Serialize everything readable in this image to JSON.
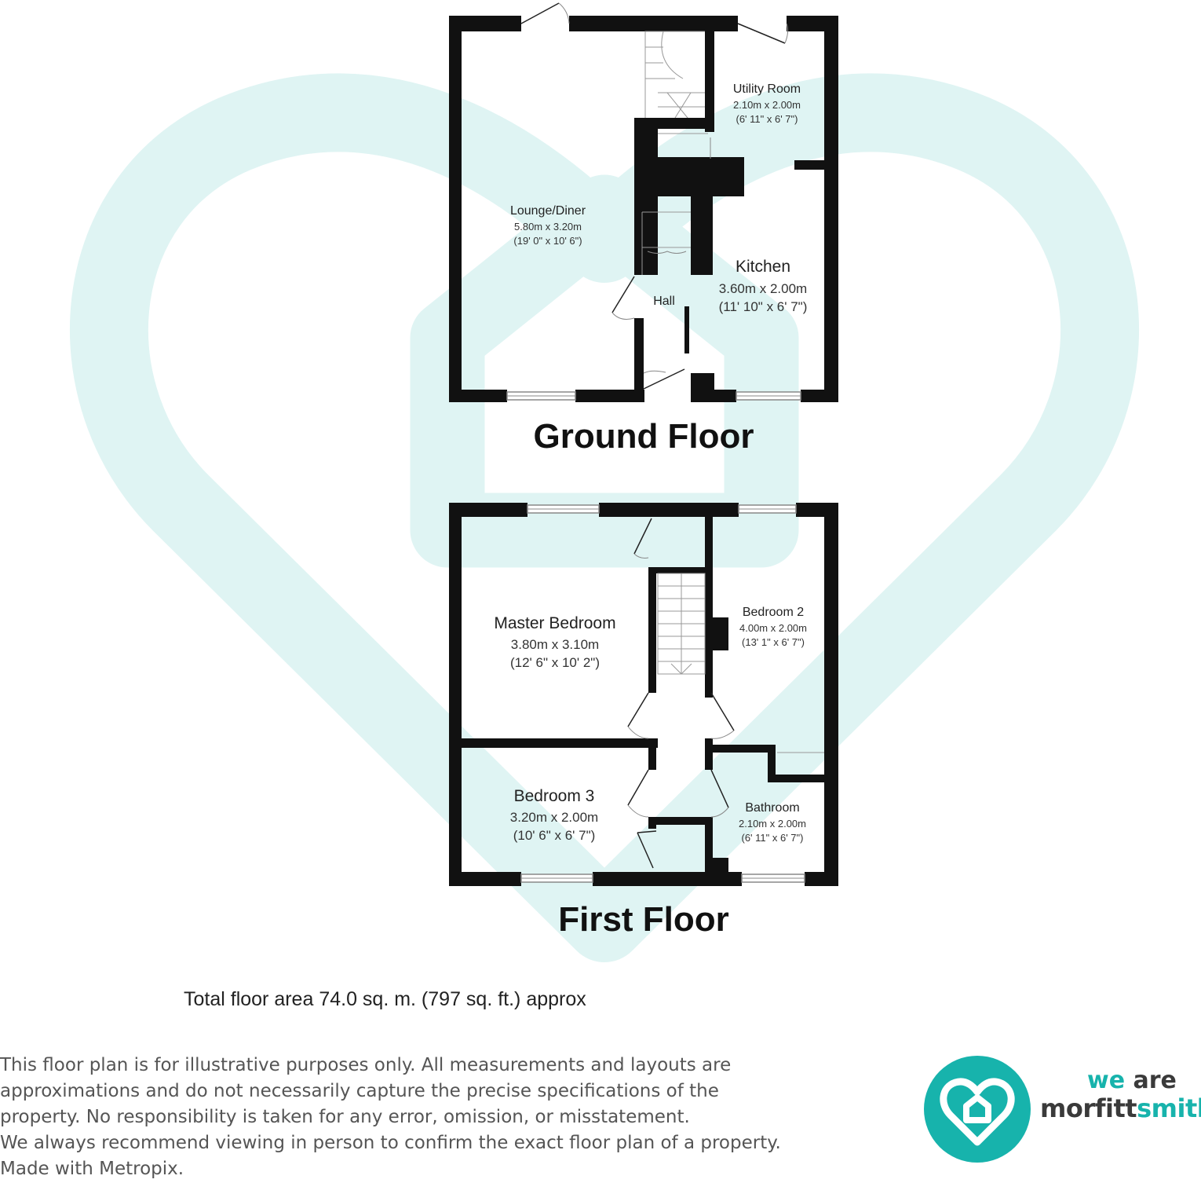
{
  "brand": {
    "accent_color": "#17b3ac",
    "watermark_color": "#dff4f3",
    "logo_we": "we",
    "logo_are": "are",
    "logo_morfitt": "morfitt",
    "logo_smith": "smith"
  },
  "ground_floor": {
    "title": "Ground Floor",
    "rooms": {
      "lounge": {
        "name": "Lounge/Diner",
        "metric": "5.80m x 3.20m",
        "imperial": "(19' 0\" x 10' 6\")"
      },
      "utility": {
        "name": "Utility Room",
        "metric": "2.10m x 2.00m",
        "imperial": "(6' 11\" x 6' 7\")"
      },
      "kitchen": {
        "name": "Kitchen",
        "metric": "3.60m x 2.00m",
        "imperial": "(11' 10\" x 6' 7\")"
      },
      "hall": {
        "name": "Hall"
      }
    }
  },
  "first_floor": {
    "title": "First Floor",
    "rooms": {
      "master": {
        "name": "Master Bedroom",
        "metric": "3.80m x 3.10m",
        "imperial": "(12' 6\" x 10' 2\")"
      },
      "bedroom2": {
        "name": "Bedroom 2",
        "metric": "4.00m x 2.00m",
        "imperial": "(13' 1\" x 6' 7\")"
      },
      "bedroom3": {
        "name": "Bedroom 3",
        "metric": "3.20m x 2.00m",
        "imperial": "(10' 6\" x 6' 7\")"
      },
      "bathroom": {
        "name": "Bathroom",
        "metric": "2.10m x 2.00m",
        "imperial": "(6' 11\" x 6' 7\")"
      }
    }
  },
  "total_area": "Total floor area 74.0 sq. m. (797 sq. ft.) approx",
  "disclaimer": [
    "This floor plan is for illustrative purposes only. All measurements and layouts are",
    "approximations and do not necessarily capture the precise specifications of the",
    "property. No responsibility is taken for any error, omission, or misstatement.",
    "We always recommend viewing in person to confirm the exact floor plan of a property.",
    "Made with Metropix."
  ]
}
